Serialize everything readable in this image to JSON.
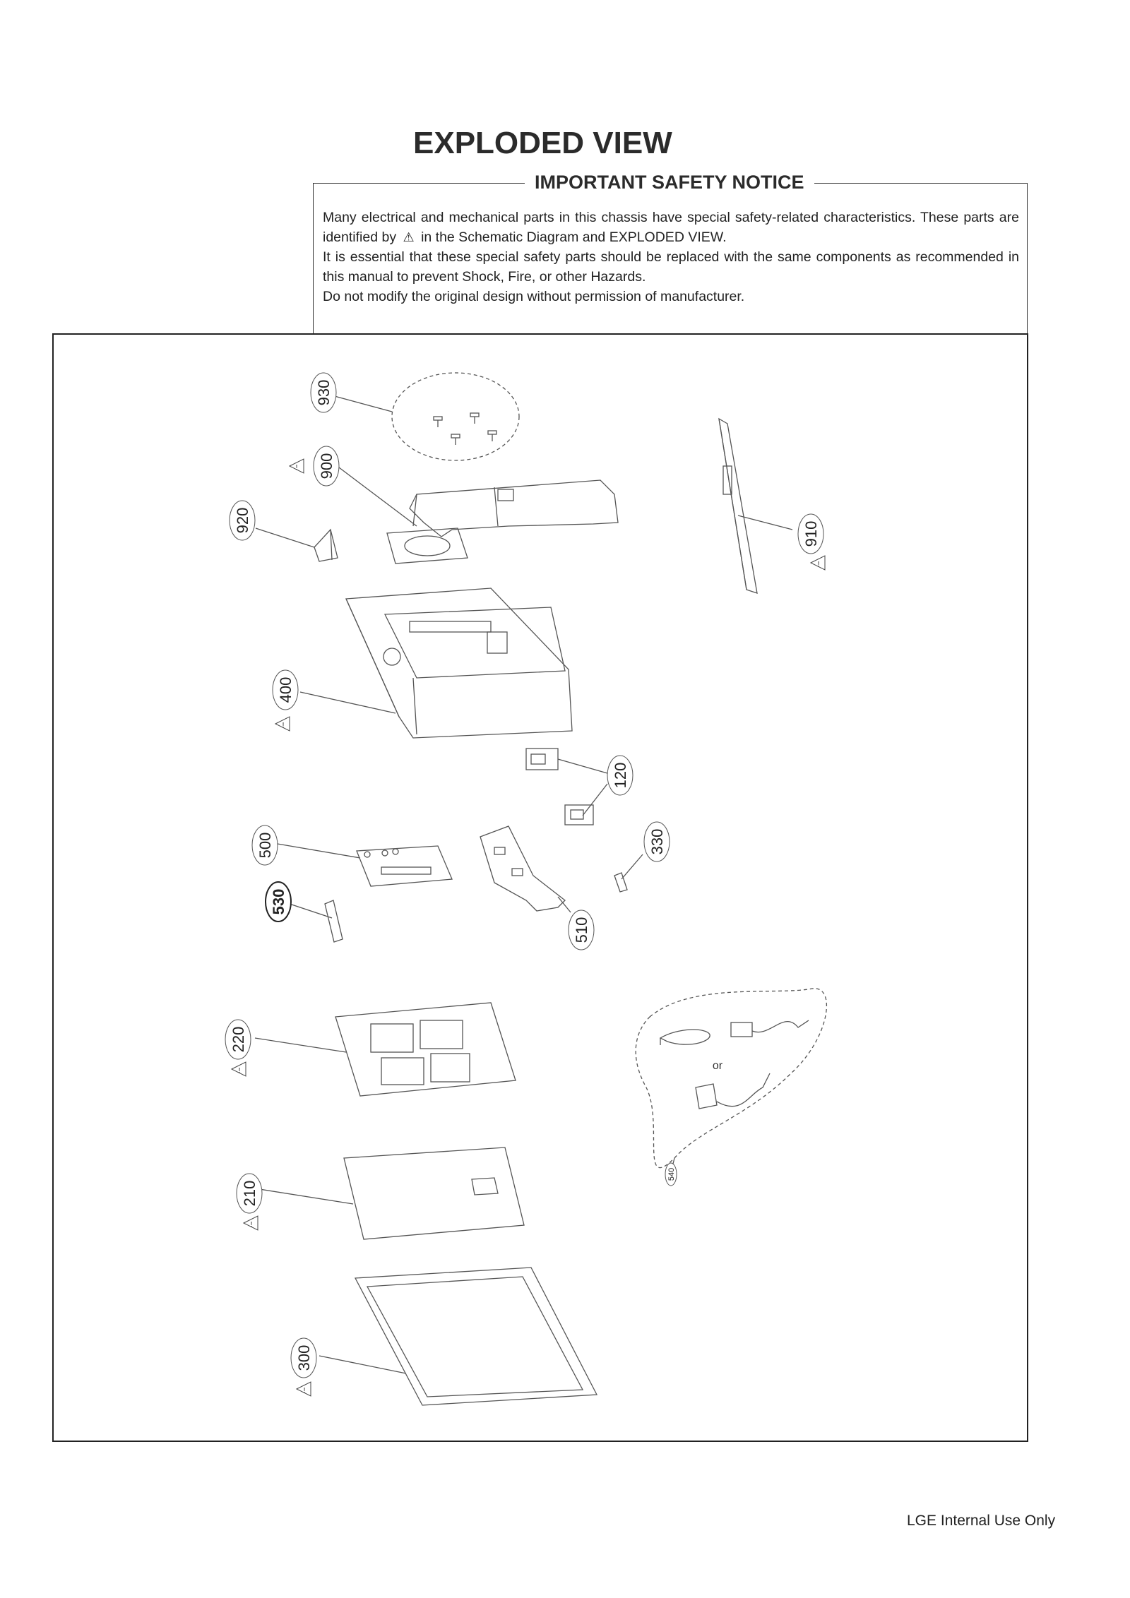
{
  "title": "EXPLODED VIEW",
  "notice": {
    "heading": "IMPORTANT SAFETY NOTICE",
    "line1a": "Many electrical and mechanical parts in this chassis have special safety-related characteristics. These parts are identified by",
    "symbol": "⚠",
    "line1b": "in the Schematic Diagram and EXPLODED VIEW.",
    "line2": "It is essential that these special safety parts should be replaced with the same components as recommended in this manual to prevent Shock, Fire, or other Hazards.",
    "line3": "Do not modify the original design without permission of manufacturer."
  },
  "callouts": [
    {
      "id": "930",
      "label": "930",
      "safety": false
    },
    {
      "id": "900",
      "label": "900",
      "safety": true
    },
    {
      "id": "920",
      "label": "920",
      "safety": false
    },
    {
      "id": "910",
      "label": "910",
      "safety": true
    },
    {
      "id": "400",
      "label": "400",
      "safety": true
    },
    {
      "id": "120",
      "label": "120",
      "safety": false
    },
    {
      "id": "500",
      "label": "500",
      "safety": false
    },
    {
      "id": "530",
      "label": "530",
      "safety": false
    },
    {
      "id": "510",
      "label": "510",
      "safety": false
    },
    {
      "id": "330",
      "label": "330",
      "safety": false
    },
    {
      "id": "220",
      "label": "220",
      "safety": true
    },
    {
      "id": "540",
      "label": "540",
      "safety": false
    },
    {
      "id": "210",
      "label": "210",
      "safety": true
    },
    {
      "id": "300",
      "label": "300",
      "safety": true
    }
  ],
  "adapter_option_text": "or",
  "footer": "LGE Internal Use Only"
}
